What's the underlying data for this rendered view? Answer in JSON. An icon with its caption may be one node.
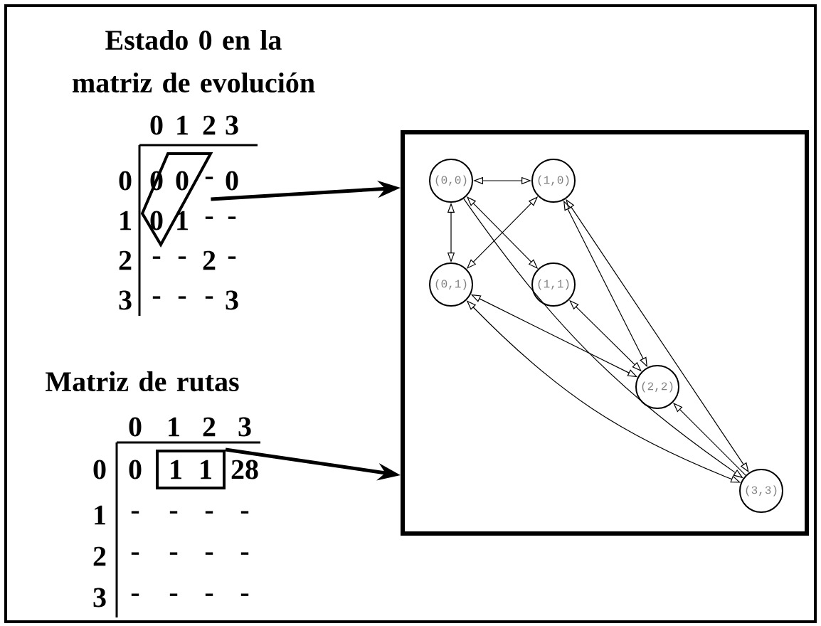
{
  "diagram": {
    "nodes": [
      {
        "text": [],
        "shape": "box"
      },
      {
        "text": [
          "(0,0)"
        ],
        "in": 0
      },
      {
        "text": [
          "(1,0)"
        ],
        "in": 0
      },
      {
        "text": [
          "(0,1)"
        ],
        "in": 0
      },
      {
        "text": [
          "(1,1)"
        ],
        "in": 0
      },
      {
        "text": [
          "(2,2)"
        ],
        "in": 0
      },
      {
        "text": [
          "(3,3)"
        ],
        "in": 0
      },
      {
        "text": [],
        "shape": "parallelogram"
      },
      {
        "text": [
          "1",
          "1"
        ]
      }
    ],
    "edges": [
      {
        "from": 7,
        "to": 0,
        "arrow": "to",
        "style": "thick"
      },
      {
        "from": 8,
        "to": 0,
        "arrow": "to",
        "style": "thick"
      },
      {
        "from": 1,
        "to": 2,
        "arrow": "both"
      },
      {
        "from": 1,
        "to": 3,
        "arrow": "both"
      },
      {
        "from": 2,
        "to": 3,
        "arrow": "both"
      },
      {
        "from": 1,
        "to": 4,
        "arrow": "both"
      },
      {
        "from": 4,
        "to": 5,
        "arrow": "both"
      },
      {
        "from": 1,
        "to": 6,
        "arrow": "to"
      },
      {
        "from": 2,
        "to": 5,
        "arrow": "both"
      },
      {
        "from": 2,
        "to": 6,
        "arrow": "both"
      },
      {
        "from": 3,
        "to": 5,
        "arrow": "both"
      },
      {
        "from": 3,
        "to": 6,
        "arrow": "both"
      },
      {
        "from": 6,
        "to": 5,
        "arrow": "to"
      }
    ],
    "labels": [
      "Estado 0 en la matriz de evolución",
      "0",
      "1",
      "2",
      "3",
      "0",
      "0",
      "0",
      "-",
      "0",
      "1",
      "0",
      "1",
      "-",
      "-",
      "2",
      "-",
      "-",
      "2",
      "-",
      "3",
      "-",
      "-",
      "-",
      "3",
      "Matriz de rutas",
      "0",
      "1",
      "2",
      "3",
      "0",
      "0",
      "28",
      "1",
      "-",
      "-",
      "-",
      "-",
      "2",
      "-",
      "-",
      "-",
      "-",
      "3",
      "-",
      "-",
      "-",
      "-"
    ]
  }
}
